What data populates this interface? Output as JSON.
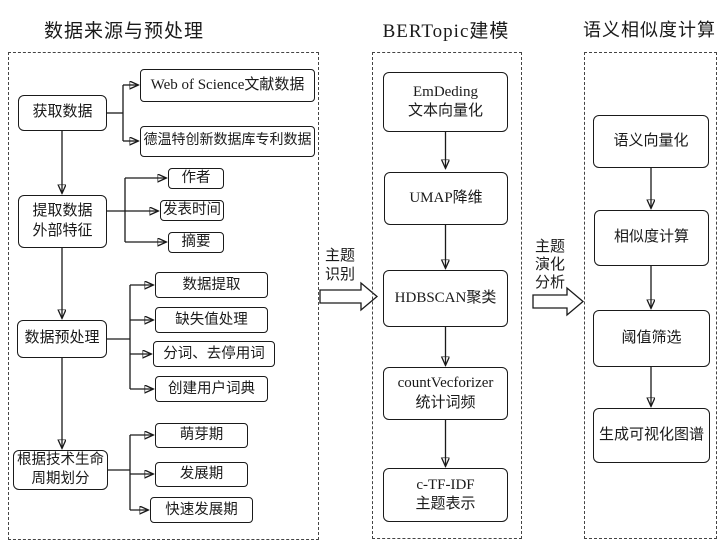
{
  "figure": {
    "sections": {
      "left": {
        "title": "数据来源与预处理",
        "stages": [
          {
            "label": "获取数据",
            "children": [
              "Web of Science文献数据",
              "德温特创新数据库专利数据"
            ]
          },
          {
            "label": "提取数据\n外部特征",
            "children": [
              "作者",
              "发表时间",
              "摘要"
            ]
          },
          {
            "label": "数据预处理",
            "children": [
              "数据提取",
              "缺失值处理",
              "分词、去停用词",
              "创建用户词典"
            ]
          },
          {
            "label": "根据技术生命\n周期划分",
            "children": [
              "萌芽期",
              "发展期",
              "快速发展期"
            ]
          }
        ]
      },
      "middle": {
        "title": "BERTopic建模",
        "steps": [
          "EmDeding\n文本向量化",
          "UMAP降维",
          "HDBSCAN聚类",
          "countVecforizer\n统计词频",
          "c-TF-IDF\n主题表示"
        ]
      },
      "right": {
        "title": "语义相似度计算",
        "steps": [
          "语义向量化",
          "相似度计算",
          "阈值筛选",
          "生成可视化图谱"
        ]
      }
    },
    "connectors": [
      {
        "label": "主题\n识别"
      },
      {
        "label": "主题\n演化\n分析"
      }
    ],
    "colors": {
      "line": "#1a1a1a",
      "box_fill": "#ffffff",
      "background": "#ffffff"
    }
  }
}
